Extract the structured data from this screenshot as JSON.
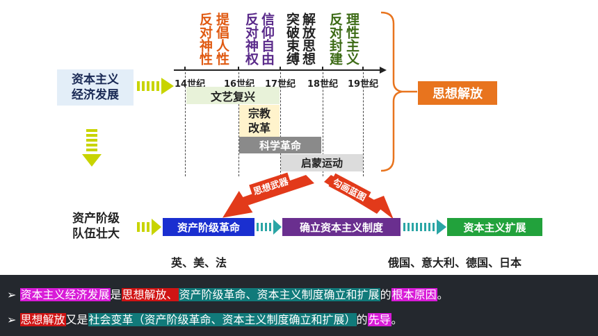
{
  "colors": {
    "orange": "#e05a12",
    "purple": "#5a2a8a",
    "dark": "#222222",
    "green": "#3d6b16",
    "thought_box": "#e8741e",
    "revolution_box": "#1a2fd0",
    "system_box": "#6a2f8f",
    "expand_box": "#22a23c",
    "bottom_bg": "#24282e",
    "magenta_hl": "#d81bd8",
    "red_hl": "#d01414",
    "teal_hl": "#117a7a",
    "arrow_red": "#e23a1a"
  },
  "top_columns": [
    {
      "text": "反对神性",
      "color": "orange"
    },
    {
      "text": "提倡人性",
      "color": "orange"
    },
    {
      "text": "反对神权",
      "color": "purple"
    },
    {
      "text": "信仰自由",
      "color": "purple"
    },
    {
      "text": "突破束缚",
      "color": "dark"
    },
    {
      "text": "解放思想",
      "color": "dark"
    },
    {
      "text": "反对封建",
      "color": "green"
    },
    {
      "text": "理性主义",
      "color": "green"
    }
  ],
  "centuries": [
    "14世纪",
    "16世纪",
    "17世纪",
    "18世纪",
    "19世纪"
  ],
  "left": {
    "economy_line1": "资本主义",
    "economy_line2": "经济发展",
    "bourgeois_line1": "资产阶级",
    "bourgeois_line2": "队伍壮大"
  },
  "movements": {
    "renaissance": "文艺复兴",
    "reformation_line1": "宗教",
    "reformation_line2": "改革",
    "science": "科学革命",
    "enlightenment": "启蒙运动"
  },
  "thought_liberation": "思想解放",
  "arrow_labels": {
    "weapon": "思想武器",
    "blueprint": "勾画蓝图"
  },
  "chain": {
    "revolution": "资产阶级革命",
    "system": "确立资本主义制度",
    "expansion": "资本主义扩展"
  },
  "countries": {
    "first": "英、美、法",
    "later": "俄国、意大利、德国、日本"
  },
  "notes": {
    "line1": {
      "marker": "➢",
      "a": "资本主义经济发展",
      "b": "是",
      "c": "思想解放、",
      "d": "资产阶级革命、资本主义制度确立和扩展",
      "e": "的",
      "f": "根本原因",
      "g": "。"
    },
    "line2": {
      "marker": "➢",
      "a": "思想解放",
      "b": "又是",
      "c": "社会变革（资产阶级革命、资本主义制度确立和扩展）",
      "d": "的",
      "e": "先导",
      "f": "。"
    }
  }
}
